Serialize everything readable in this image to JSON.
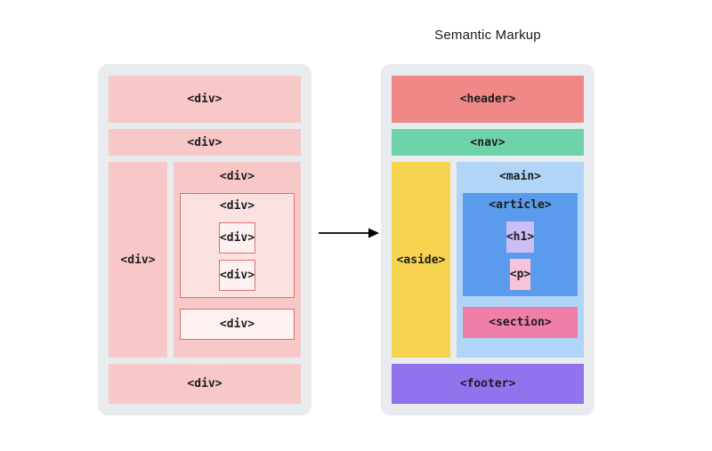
{
  "title": "Semantic Markup",
  "arrow": {
    "icon": "right-arrow-icon"
  },
  "generic_panel": {
    "name": "generic div layout",
    "header": "<div>",
    "nav": "<div>",
    "aside": "<div>",
    "main": "<div>",
    "article": "<div>",
    "h1": "<div>",
    "p": "<div>",
    "section": "<div>",
    "footer": "<div>"
  },
  "semantic_panel": {
    "name": "semantic markup layout",
    "header": "<header>",
    "nav": "<nav>",
    "aside": "<aside>",
    "main": "<main>",
    "article": "<article>",
    "h1": "<h1>",
    "p": "<p>",
    "section": "<section>",
    "footer": "<footer>"
  },
  "colors": {
    "panel_background": "#e8ecef",
    "generic_fill": "#f8c8c8",
    "generic_fill_level2": "#fbe2e1",
    "generic_fill_level3": "#fdf2f1",
    "generic_border": "#d9706f",
    "header": "#ef8886",
    "nav": "#6ed3a8",
    "aside": "#f7d44f",
    "main": "#b0d5f7",
    "article": "#5b9bec",
    "h1": "#cdbdf5",
    "p": "#f8c3d8",
    "section": "#ed7fa8",
    "footer": "#9173ee",
    "text": "#1d1d1d",
    "arrow": "#000000"
  }
}
